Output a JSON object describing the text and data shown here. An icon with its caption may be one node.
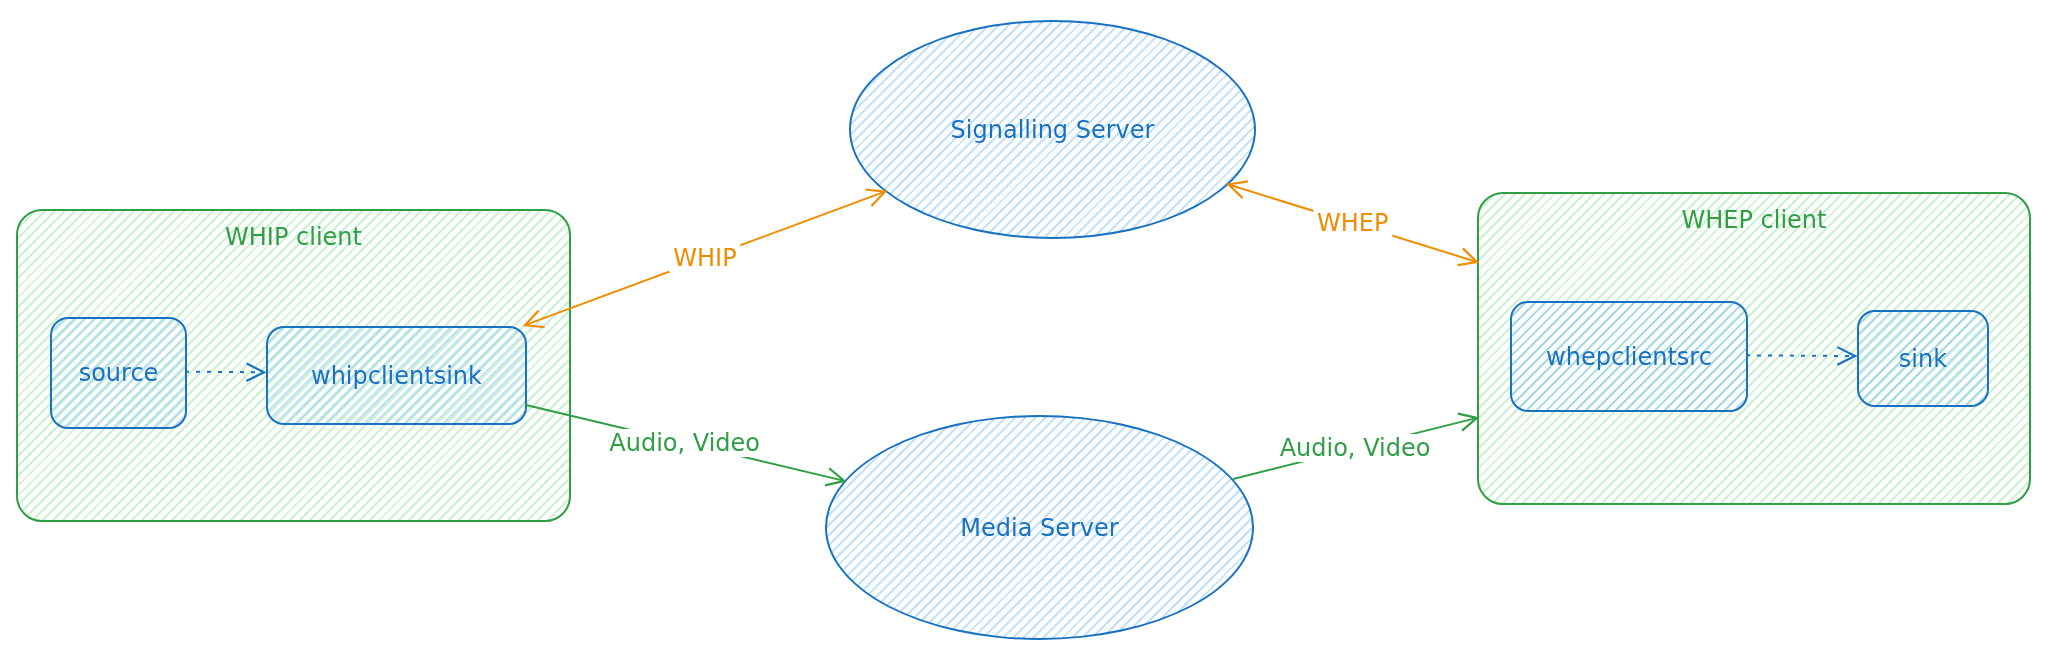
{
  "diagram": {
    "nodes": [
      {
        "text": [
          "WHIP client"
        ]
      },
      {
        "text": [
          "source"
        ],
        "in": 0
      },
      {
        "text": [
          "whipclientsink"
        ],
        "in": 0
      },
      {
        "text": [
          "Signalling Server"
        ]
      },
      {
        "text": [
          "Media Server"
        ]
      },
      {
        "text": [
          "WHEP client"
        ]
      },
      {
        "text": [
          "whepclientsrc"
        ],
        "in": 5
      },
      {
        "text": [
          "sink"
        ],
        "in": 5
      }
    ],
    "edges": [
      {
        "from": 1,
        "to": 2,
        "arrow": "to",
        "style": "dashed",
        "color": "#1971c2"
      },
      {
        "from": 2,
        "to": 3,
        "arrow": "both",
        "label": "WHIP",
        "color": "#f08c00"
      },
      {
        "from": 2,
        "to": 4,
        "arrow": "to",
        "label": "Audio, Video",
        "color": "#2f9e44"
      },
      {
        "from": 3,
        "to": 5,
        "arrow": "both",
        "label": "WHEP",
        "color": "#f08c00"
      },
      {
        "from": 4,
        "to": 5,
        "arrow": "to",
        "label": "Audio, Video",
        "color": "#2f9e44"
      },
      {
        "from": 6,
        "to": 7,
        "arrow": "to",
        "style": "dashed",
        "color": "#1971c2"
      }
    ]
  }
}
